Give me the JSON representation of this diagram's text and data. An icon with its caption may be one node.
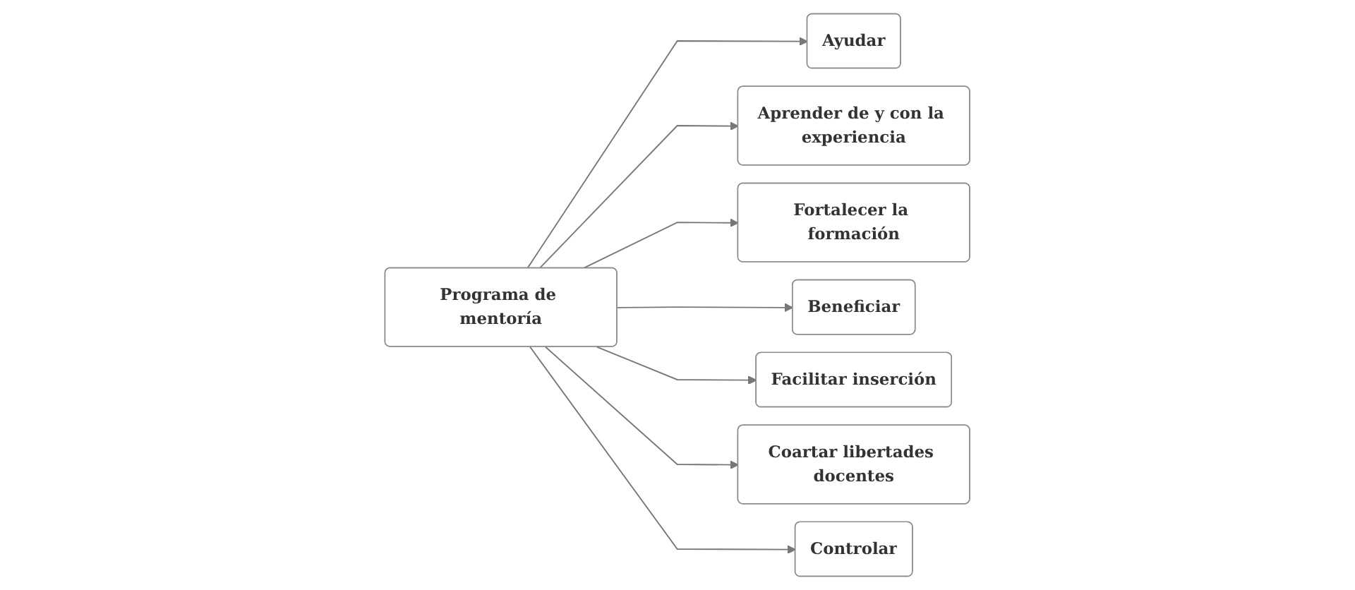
{
  "diagram": {
    "nodes": [
      {
        "text": [
          "Ayudar"
        ]
      },
      {
        "text": [
          "Aprender de y con la experiencia"
        ]
      },
      {
        "text": [
          "Fortalecer la formación"
        ]
      },
      {
        "text": [
          "Beneficiar"
        ]
      },
      {
        "text": [
          "Facilitar inserción"
        ]
      },
      {
        "text": [
          "Programa de mentoría"
        ]
      },
      {
        "text": [
          "Coartar libertades docentes"
        ]
      },
      {
        "text": [
          "Controlar"
        ]
      }
    ],
    "edges": [
      {
        "from": 5,
        "to": 0,
        "arrow": "to"
      },
      {
        "from": 5,
        "to": 1,
        "arrow": "to"
      },
      {
        "from": 5,
        "to": 2,
        "arrow": "to"
      },
      {
        "from": 5,
        "to": 3,
        "arrow": "to"
      },
      {
        "from": 5,
        "to": 4,
        "arrow": "to"
      },
      {
        "from": 5,
        "to": 6,
        "arrow": "to"
      },
      {
        "from": 5,
        "to": 7,
        "arrow": "to"
      }
    ]
  }
}
